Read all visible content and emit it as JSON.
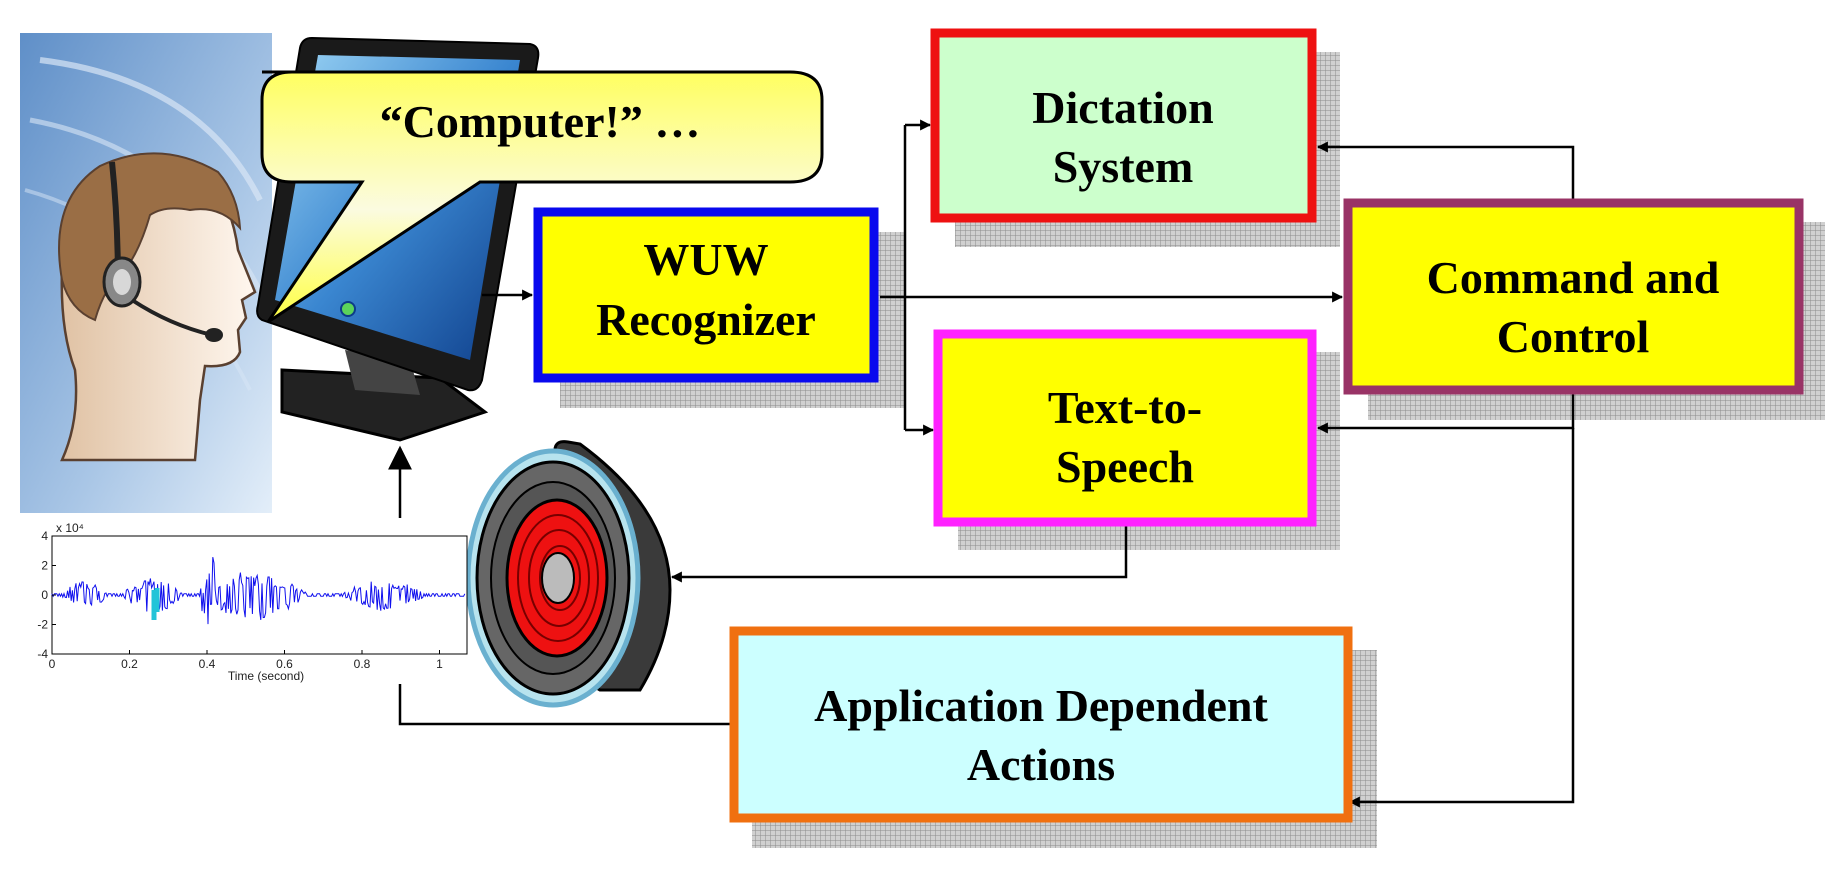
{
  "speech_bubble": {
    "text": "“Computer!” …"
  },
  "boxes": {
    "wuw": {
      "lines": [
        "WUW",
        "Recognizer"
      ],
      "fill": "#ffff00",
      "border": "#0a0aee"
    },
    "dictation": {
      "lines": [
        "Dictation",
        "System"
      ],
      "fill": "#ccffcc",
      "border": "#ee1111"
    },
    "command": {
      "lines": [
        "Command and",
        "Control"
      ],
      "fill": "#ffff00",
      "border": "#993366"
    },
    "tts": {
      "lines": [
        "Text-to-",
        "Speech"
      ],
      "fill": "#ffff00",
      "border": "#ff22ff"
    },
    "actions": {
      "lines": [
        "Application Dependent",
        "Actions"
      ],
      "fill": "#ccffff",
      "border": "#f07010"
    }
  },
  "waveform": {
    "y_ticks": [
      "4",
      "2",
      "0",
      "-2",
      "-4"
    ],
    "y_exponent": "x 10⁴",
    "x_ticks": [
      "0",
      "0.2",
      "0.4",
      "0.6",
      "0.8",
      "1"
    ],
    "xlabel": "Time (second)",
    "color": "#1010ee"
  }
}
